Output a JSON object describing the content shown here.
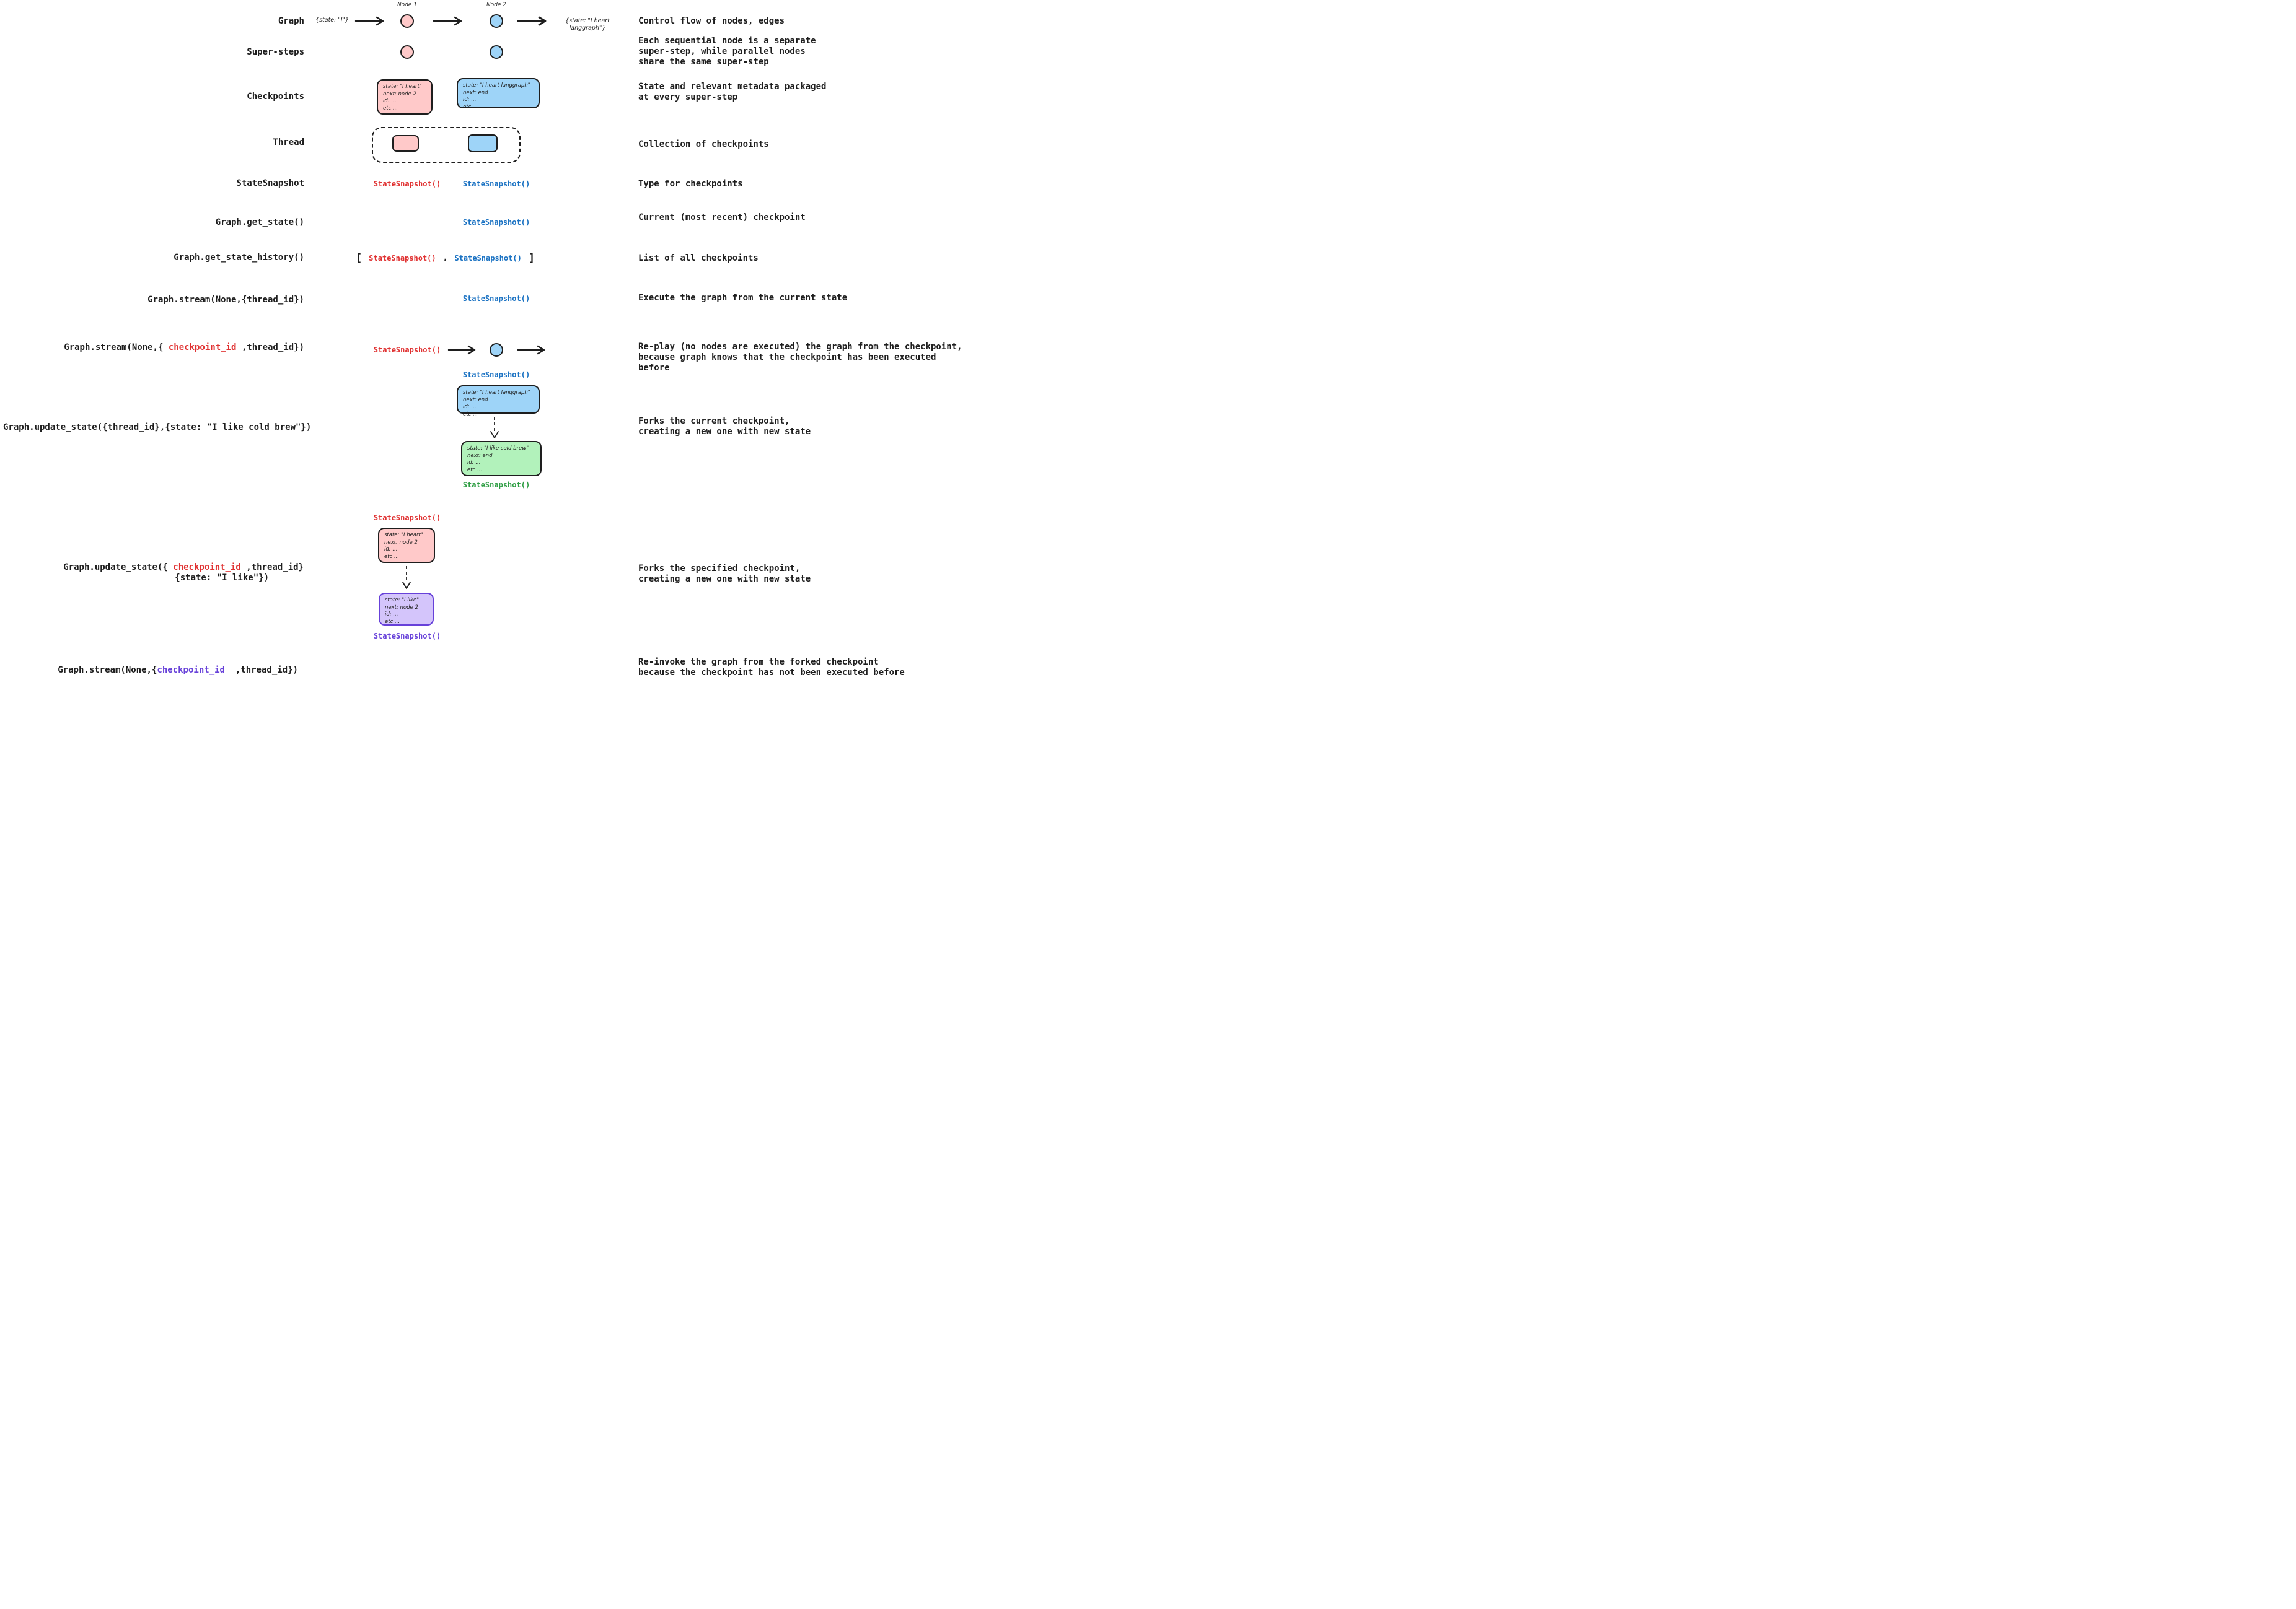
{
  "colors": {
    "ink": "#1e1e1e",
    "red_text": "#e03131",
    "blue_text": "#1971c2",
    "green_text": "#2f9e44",
    "purple_text": "#6741d9",
    "pink_fill": "#ffc9c9",
    "blue_fill": "#9ed4f8",
    "green_fill": "#b2f2bb",
    "purple_fill": "#d4c5fb"
  },
  "snapshot_call": "StateSnapshot()",
  "nodes": {
    "node1": "Node 1",
    "node2": "Node 2"
  },
  "graph_row": {
    "label": "Graph",
    "input_state": "{state: \"I\"}",
    "output_state": "{state: \"I heart langgraph\"}",
    "description": "Control flow of nodes, edges"
  },
  "super_steps_row": {
    "label": "Super-steps",
    "description": "Each sequential node is a separate\nsuper-step, while parallel nodes\nshare the same super-step"
  },
  "checkpoints_row": {
    "label": "Checkpoints",
    "description": "State and relevant metadata packaged\nat every super-step"
  },
  "thread_row": {
    "label": "Thread",
    "description": "Collection of checkpoints"
  },
  "snapshot_row": {
    "label": "StateSnapshot",
    "description": "Type for checkpoints"
  },
  "get_state_row": {
    "label": "Graph.get_state()",
    "description": "Current (most recent) checkpoint"
  },
  "history_row": {
    "label": "Graph.get_state_history()",
    "open_bracket": "[",
    "comma": ",",
    "close_bracket": "]",
    "description": "List of all checkpoints"
  },
  "stream_thread_row": {
    "label": "Graph.stream(None,{thread_id})",
    "description": "Execute the graph from the current state"
  },
  "stream_checkpoint_row": {
    "label_pre": "Graph.stream(None,{ ",
    "label_arg": "checkpoint_id",
    "label_post": " ,thread_id})",
    "description": "Re-play (no nodes are executed) the graph from the checkpoint,\nbecause graph knows that the checkpoint has been executed before"
  },
  "update_thread_row": {
    "label": "Graph.update_state({thread_id},{state: \"I like cold brew\"})",
    "description": "Forks the current checkpoint,\ncreating a new one with new state"
  },
  "update_checkpoint_row": {
    "label_pre": "Graph.update_state({ ",
    "label_arg": "checkpoint_id",
    "label_post": " ,thread_id}",
    "label_line2": "{state: \"I like\"})",
    "description": "Forks the specified checkpoint,\ncreating a new one with new state"
  },
  "stream_forked_row": {
    "label_pre": "Graph.stream(None,{",
    "label_arg": "checkpoint_id",
    "label_post": "  ,thread_id})",
    "description": "Re-invoke the graph from the forked checkpoint\nbecause the checkpoint has not been executed before"
  },
  "cards": {
    "heart": {
      "lines": [
        "state: \"I heart\"",
        "next: node 2",
        "id: ...",
        "etc ..."
      ]
    },
    "langgraph": {
      "lines": [
        "state: \"I heart langgraph\"",
        "next: end",
        "id: ...",
        "etc ..."
      ]
    },
    "coldbrew": {
      "lines": [
        "state: \"I like cold brew\"",
        "next: end",
        "id: ...",
        "etc ..."
      ]
    },
    "like": {
      "lines": [
        "state: \"I like\"",
        "next: node 2",
        "id: ...",
        "etc ..."
      ]
    }
  }
}
